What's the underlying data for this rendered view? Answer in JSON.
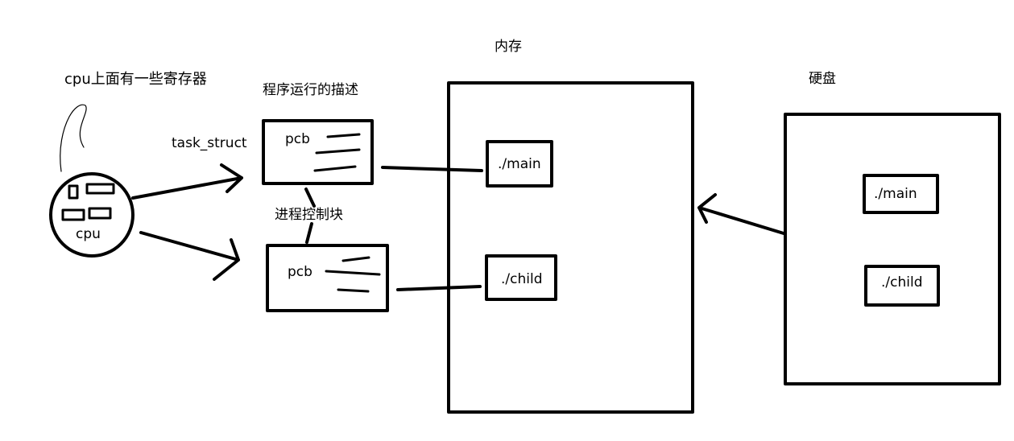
{
  "labels": {
    "registers_note": "cpu上面有一些寄存器",
    "task_struct": "task_struct",
    "cpu": "cpu",
    "program_description": "程序运行的描述",
    "pcb_top": "pcb",
    "pcb_bottom": "pcb",
    "process_control_block": "进程控制块",
    "memory": "内存",
    "mem_main": "./main",
    "mem_child": "./child",
    "disk": "硬盘",
    "disk_main": "./main",
    "disk_child": "./child"
  },
  "colors": {
    "stroke": "#000000",
    "background": "#ffffff"
  }
}
